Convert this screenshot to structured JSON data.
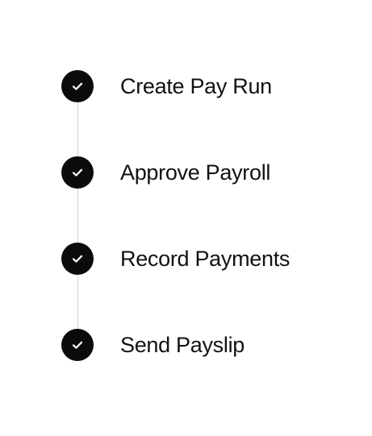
{
  "steps": [
    {
      "label": "Create Pay Run",
      "status": "completed",
      "icon": "checkmark-icon"
    },
    {
      "label": "Approve Payroll",
      "status": "completed",
      "icon": "checkmark-icon"
    },
    {
      "label": "Record Payments",
      "status": "completed",
      "icon": "checkmark-icon"
    },
    {
      "label": "Send Payslip",
      "status": "completed",
      "icon": "checkmark-icon"
    }
  ],
  "colors": {
    "check_circle": "#0b0b0b",
    "check_mark": "#ffffff",
    "connector": "#cfcfcf",
    "label_text": "#121212",
    "background": "#ffffff"
  }
}
